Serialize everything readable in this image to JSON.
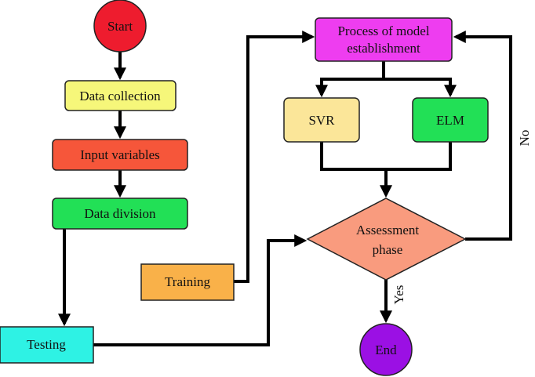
{
  "flowchart": {
    "nodes": {
      "start": {
        "label": "Start",
        "shape": "circle",
        "color": "#ee1c2e"
      },
      "data_collection": {
        "label": "Data collection",
        "shape": "rounded-rect",
        "color": "#f6f77a"
      },
      "input_variables": {
        "label": "Input variables",
        "shape": "rounded-rect",
        "color": "#f6563a"
      },
      "data_division": {
        "label": "Data division",
        "shape": "rounded-rect",
        "color": "#22e056"
      },
      "testing": {
        "label": "Testing",
        "shape": "rect",
        "color": "#2ef2e4"
      },
      "training": {
        "label": "Training",
        "shape": "rect",
        "color": "#f9b149"
      },
      "model_establishment": {
        "label_line1": "Process of model",
        "label_line2": "establishment",
        "shape": "rounded-rect",
        "color": "#ee3df0"
      },
      "svr": {
        "label": "SVR",
        "shape": "rounded-rect",
        "color": "#fbe699"
      },
      "elm": {
        "label": "ELM",
        "shape": "rounded-rect",
        "color": "#22e056"
      },
      "assessment": {
        "label_line1": "Assessment",
        "label_line2": "phase",
        "shape": "diamond",
        "color": "#f99b7e"
      },
      "end": {
        "label": "End",
        "shape": "circle",
        "color": "#9b10e4"
      }
    },
    "edge_labels": {
      "yes": "Yes",
      "no": "No"
    }
  }
}
